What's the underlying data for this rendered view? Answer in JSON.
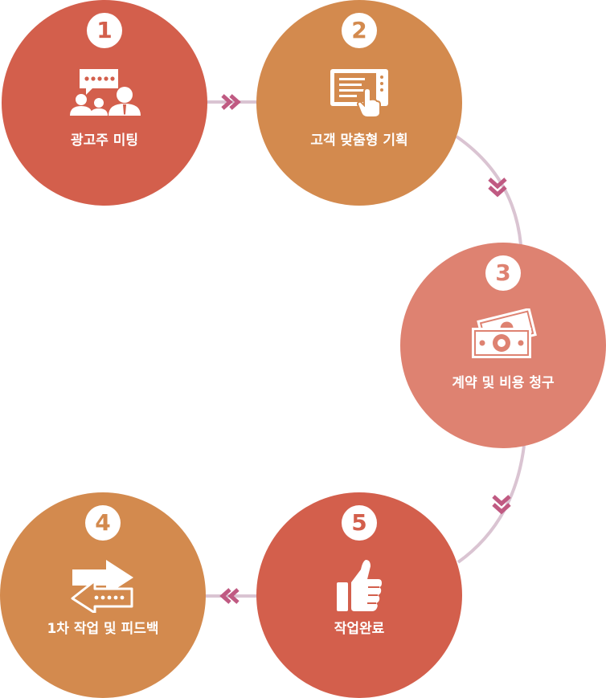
{
  "colors": {
    "red": "#d35f4c",
    "orange": "#d38a4e",
    "salmon": "#de8271",
    "connector": "#dac4d2",
    "chevron": "#c05a82",
    "white": "#ffffff"
  },
  "steps": [
    {
      "number": "1",
      "label": "광고주 미팅",
      "icon": "meeting-icon"
    },
    {
      "number": "2",
      "label": "고객 맞춤형 기획",
      "icon": "presentation-touch-icon"
    },
    {
      "number": "3",
      "label": "계약 및 비용 청구",
      "icon": "money-icon"
    },
    {
      "number": "4",
      "label": "1차 작업 및 피드백",
      "icon": "feedback-exchange-icon"
    },
    {
      "number": "5",
      "label": "작업완료",
      "icon": "thumbs-up-icon"
    }
  ]
}
